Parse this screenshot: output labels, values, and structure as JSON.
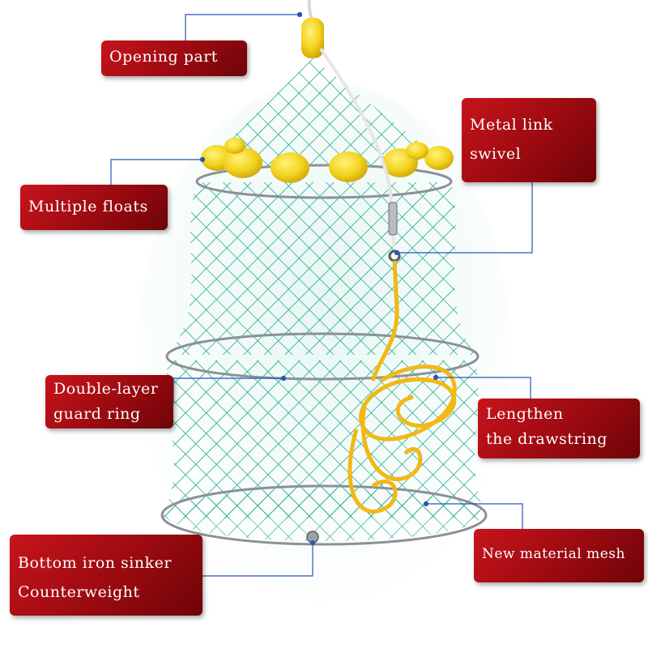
{
  "labels": {
    "opening": "Opening part",
    "swivel_line1": "Metal link",
    "swivel_line2": "swivel",
    "floats": "Multiple floats",
    "ring_line1": "Double-layer",
    "ring_line2": "guard ring",
    "lengthen_line1": "Lengthen",
    "lengthen_line2": "the drawstring",
    "mesh": "New material mesh",
    "sinker_line1": "Bottom iron sinker",
    "sinker_line2": "Counterweight"
  },
  "colors": {
    "label_red": "#b00f16",
    "net_green": "#1fa88a",
    "float_yellow": "#f3d21c",
    "rope_yellow": "#f2b814",
    "ring_silver": "#8c9098",
    "leader_blue": "#2a55b8"
  }
}
